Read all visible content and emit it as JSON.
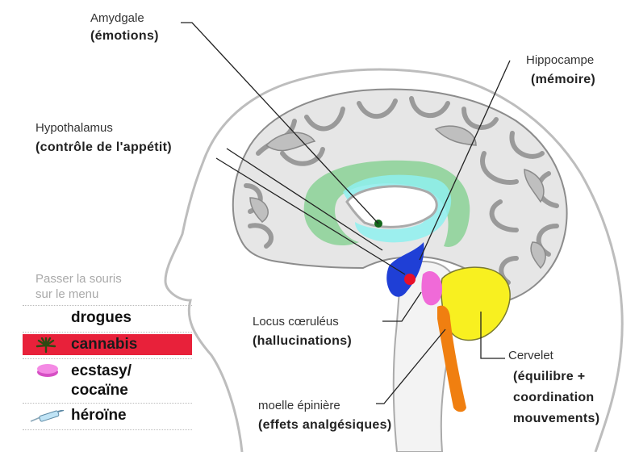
{
  "labels": {
    "amygdale": {
      "name": "Amydgale",
      "role": "(émotions)"
    },
    "hippocampe": {
      "name": "Hippocampe",
      "role": "(mémoire)"
    },
    "hypothalamus": {
      "name": "Hypothalamus",
      "role": "(contrôle de l'appétit)"
    },
    "locus": {
      "name": "Locus cœruléus",
      "role": "(hallucinations)"
    },
    "moelle": {
      "name": "moelle épinière",
      "role": "(effets analgésiques)"
    },
    "cervelet": {
      "name": "Cervelet",
      "role1": "(équilibre +",
      "role2": "coordination",
      "role3": "mouvements)"
    }
  },
  "menu": {
    "hint_line1": "Passer la souris",
    "hint_line2": "sur le menu",
    "items": [
      {
        "label": "drogues",
        "icon": "none",
        "active": false
      },
      {
        "label": "cannabis",
        "icon": "cannabis-leaf-icon",
        "active": true
      },
      {
        "label": "ecstasy/",
        "label2": "cocaïne",
        "icon": "pill-icon",
        "active": false
      },
      {
        "label": "héroïne",
        "icon": "syringe-icon",
        "active": false
      }
    ]
  },
  "colors": {
    "limbic_green": "#8fd39a",
    "limbic_cyan": "#8ef0ee",
    "hypothalamus_blue": "#1f3fd6",
    "locus_red": "#e8102a",
    "raphe_pink": "#f06ad8",
    "spinal_orange": "#f07f10",
    "cerebellum_yellow": "#f8f020",
    "menu_active": "#e8213a"
  }
}
